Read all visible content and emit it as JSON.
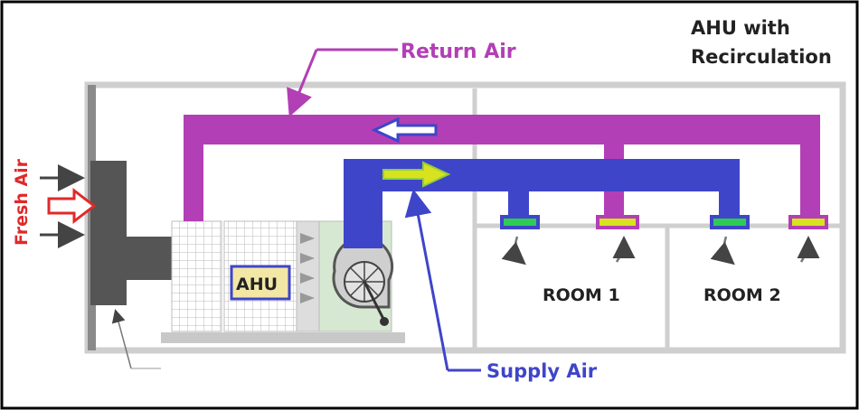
{
  "title": {
    "line1": "AHU with",
    "line2": "Recirculation"
  },
  "labels": {
    "return_air": "Return Air",
    "supply_air": "Supply  Air",
    "fresh_air": "Fresh Air",
    "ahu": "AHU",
    "room1": "ROOM 1",
    "room2": "ROOM 2"
  },
  "colors": {
    "return_duct": "#b23fb5",
    "supply_duct": "#3f45c9",
    "fresh_air_text": "#e02929",
    "supply_diffuser": "#2ecc55",
    "return_grille": "#d9e21f",
    "ahu_label_bg": "#f3e7a6",
    "casing": "#dcdcdc",
    "damper": "#555555"
  }
}
